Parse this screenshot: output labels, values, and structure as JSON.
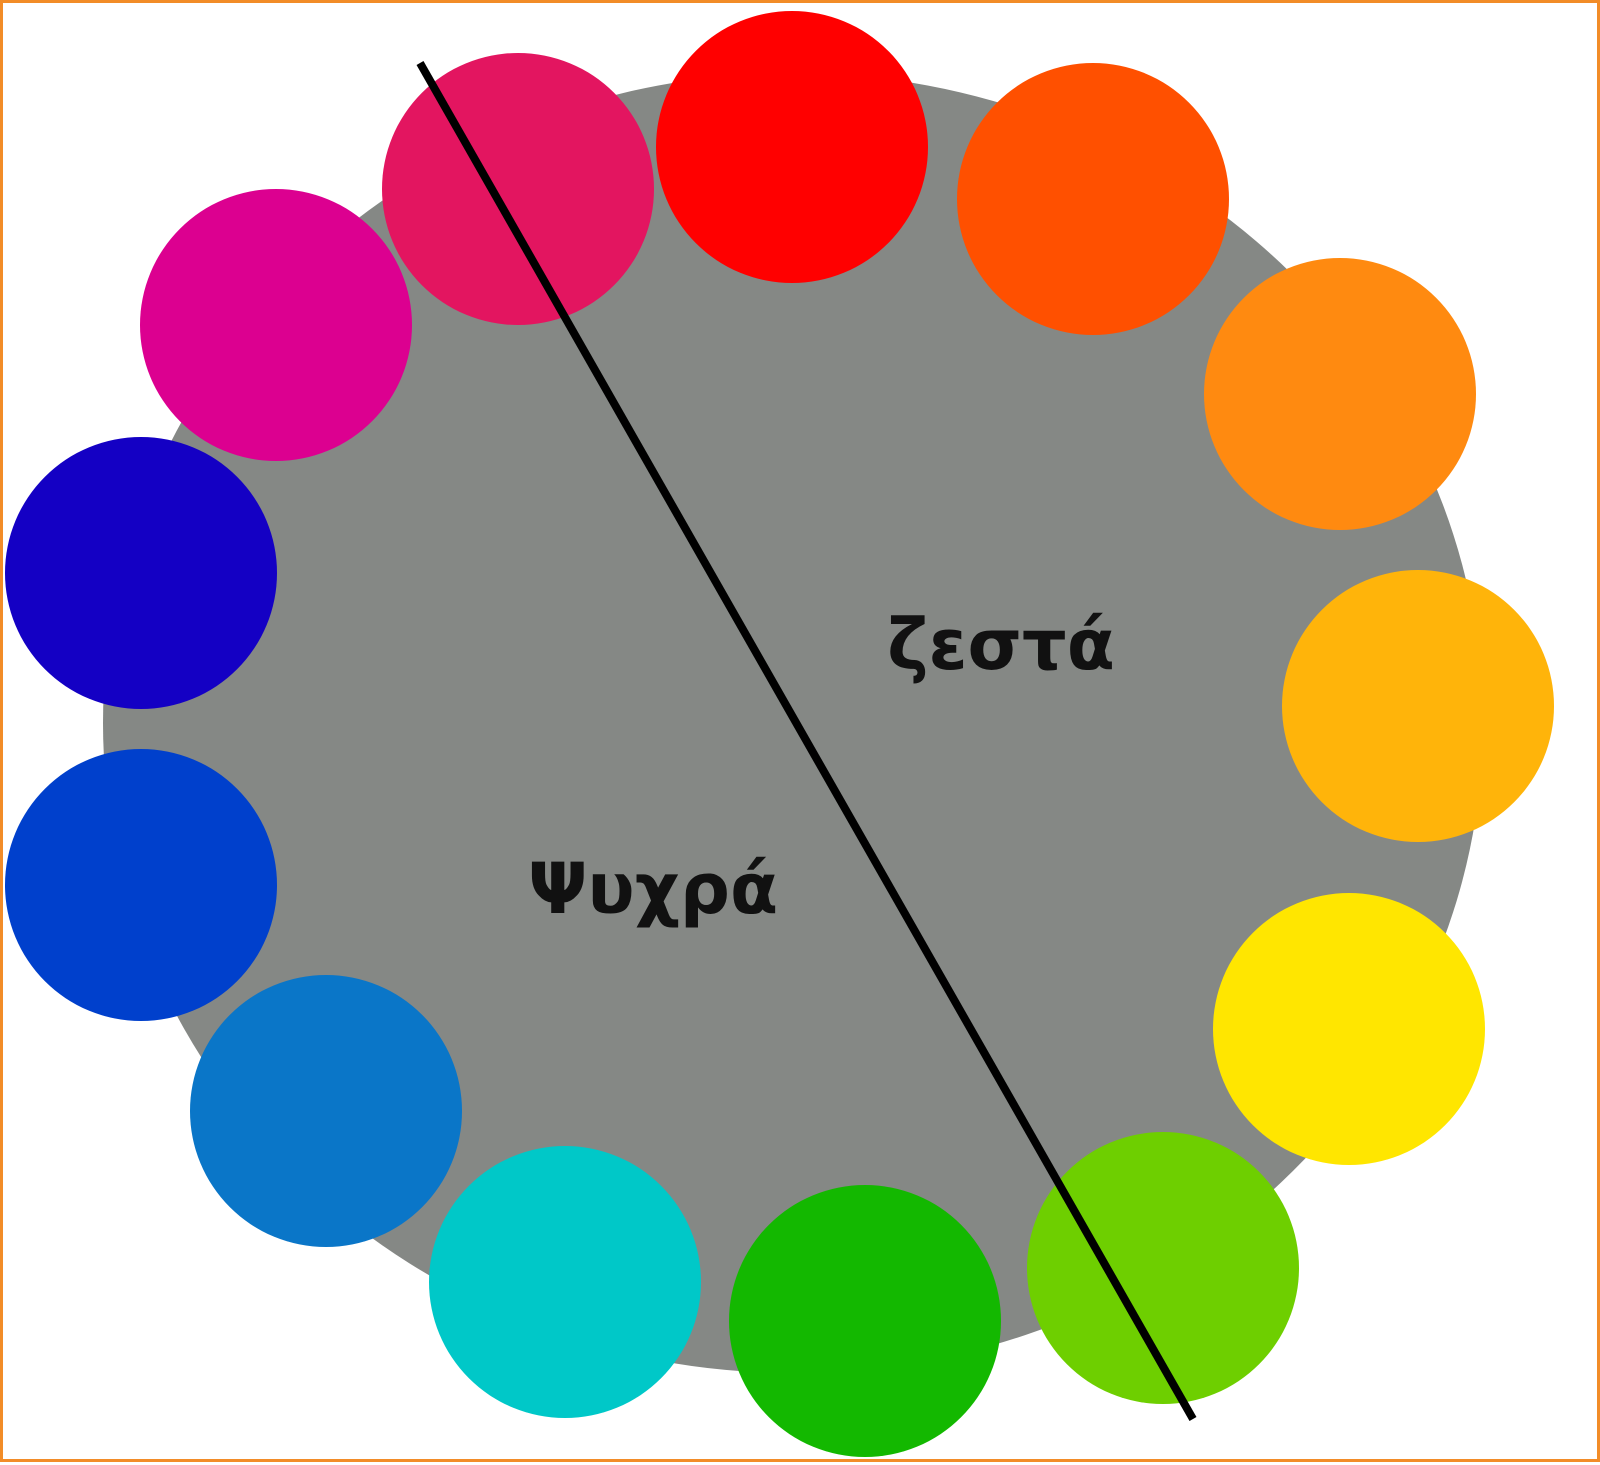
{
  "diagram": {
    "background_disc_color": "#858885",
    "divider_color": "#000000",
    "frame_color": "#f28c28",
    "label_warm": "ζεστά",
    "label_cool": "Ψυχρά",
    "swatches": [
      {
        "name": "red",
        "color": "#ff0000",
        "group": "warm"
      },
      {
        "name": "red-orange",
        "color": "#ff5000",
        "group": "warm"
      },
      {
        "name": "orange",
        "color": "#ff8a10",
        "group": "warm"
      },
      {
        "name": "yellow-orange",
        "color": "#ffb40a",
        "group": "warm"
      },
      {
        "name": "yellow",
        "color": "#ffe600",
        "group": "warm"
      },
      {
        "name": "yellow-green",
        "color": "#6ecf00",
        "group": "boundary"
      },
      {
        "name": "green",
        "color": "#13b800",
        "group": "cool"
      },
      {
        "name": "cyan",
        "color": "#00c8c8",
        "group": "cool"
      },
      {
        "name": "sky-blue",
        "color": "#0a76c8",
        "group": "cool"
      },
      {
        "name": "blue",
        "color": "#0040cc",
        "group": "cool"
      },
      {
        "name": "indigo",
        "color": "#1400c4",
        "group": "cool"
      },
      {
        "name": "magenta",
        "color": "#dc0090",
        "group": "cool"
      },
      {
        "name": "crimson",
        "color": "#e31560",
        "group": "boundary"
      }
    ]
  }
}
